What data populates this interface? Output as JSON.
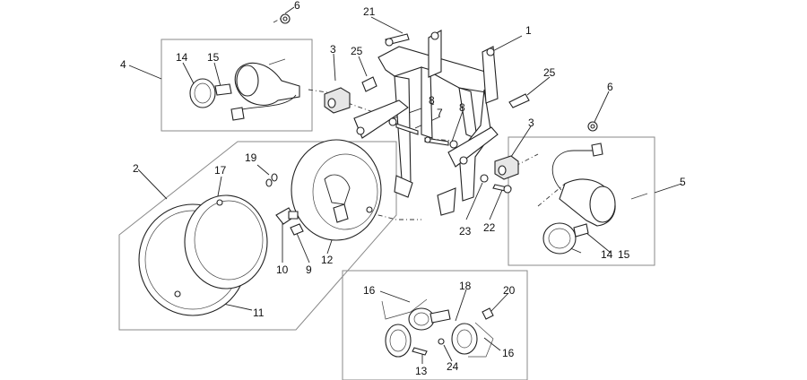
{
  "callouts": [
    "1",
    "2",
    "3",
    "3",
    "4",
    "5",
    "6",
    "6",
    "7",
    "8",
    "8",
    "9",
    "10",
    "11",
    "12",
    "13",
    "14",
    "14",
    "15",
    "15",
    "16",
    "16",
    "17",
    "18",
    "19",
    "20",
    "21",
    "22",
    "23",
    "24",
    "25",
    "25"
  ]
}
